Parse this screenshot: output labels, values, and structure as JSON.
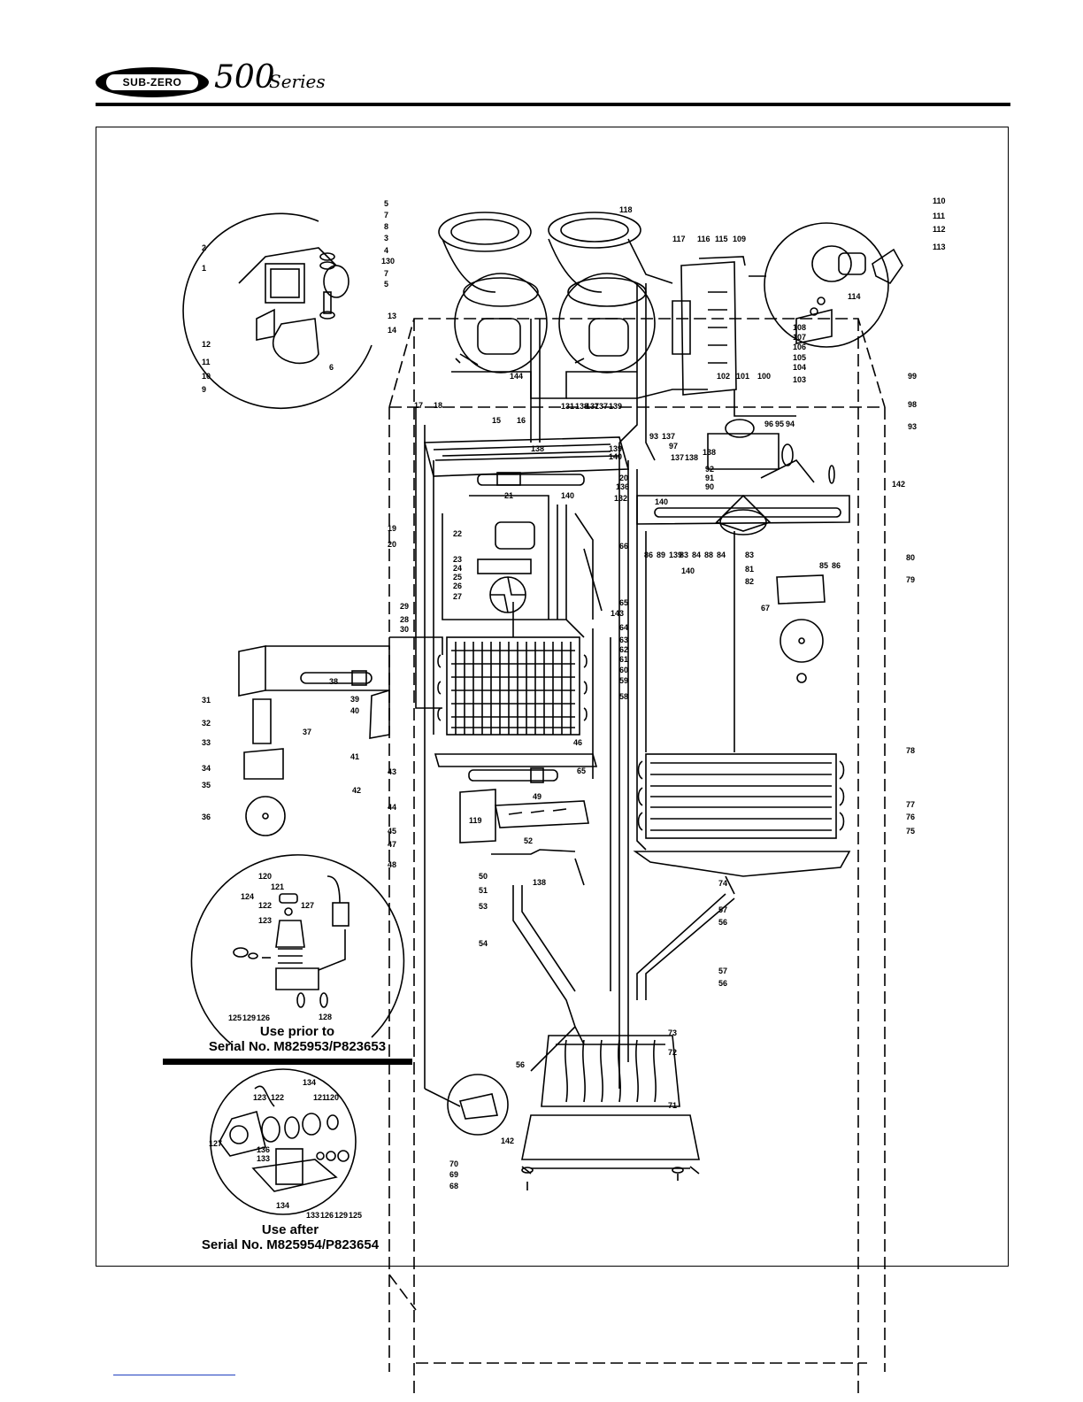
{
  "header": {
    "brand": "SUB-ZERO",
    "series_number": "500",
    "series_word": "Series"
  },
  "notes": {
    "prior_line1": "Use prior to",
    "prior_line2": "Serial No. M825953/P823653",
    "after_line1": "Use after",
    "after_line2": "Serial No. M825954/P823654"
  },
  "part_labels": [
    "5",
    "7",
    "8",
    "3",
    "4",
    "130",
    "7",
    "5",
    "6",
    "2",
    "1",
    "12",
    "11",
    "10",
    "9",
    "13",
    "14",
    "118",
    "117",
    "116",
    "115",
    "109",
    "110",
    "111",
    "112",
    "113",
    "114",
    "108",
    "107",
    "106",
    "105",
    "104",
    "103",
    "144",
    "102",
    "101",
    "100",
    "99",
    "98",
    "93",
    "17",
    "18",
    "15",
    "16",
    "131",
    "138",
    "137",
    "137",
    "139",
    "138",
    "139",
    "140",
    "93",
    "137",
    "97",
    "96",
    "95",
    "94",
    "138",
    "137",
    "138",
    "92",
    "91",
    "90",
    "19",
    "20",
    "20",
    "21",
    "140",
    "136",
    "132",
    "140",
    "142",
    "86",
    "89",
    "139",
    "83",
    "84",
    "88",
    "84",
    "140",
    "83",
    "81",
    "82",
    "85",
    "86",
    "22",
    "66",
    "23",
    "24",
    "25",
    "26",
    "27",
    "65",
    "143",
    "64",
    "63",
    "62",
    "61",
    "60",
    "59",
    "58",
    "29",
    "28",
    "30",
    "67",
    "80",
    "79",
    "31",
    "32",
    "33",
    "34",
    "35",
    "36",
    "37",
    "38",
    "39",
    "40",
    "41",
    "42",
    "43",
    "46",
    "44",
    "45",
    "47",
    "48",
    "49",
    "65",
    "119",
    "52",
    "50",
    "51",
    "53",
    "138",
    "54",
    "78",
    "77",
    "76",
    "75",
    "74",
    "57",
    "56",
    "57",
    "56",
    "120",
    "121",
    "124",
    "122",
    "123",
    "127",
    "125",
    "129",
    "126",
    "128",
    "73",
    "72",
    "71",
    "56",
    "142",
    "134",
    "123",
    "122",
    "121",
    "120",
    "127",
    "136",
    "133",
    "133",
    "126",
    "129",
    "125",
    "134",
    "70",
    "69",
    "68"
  ]
}
